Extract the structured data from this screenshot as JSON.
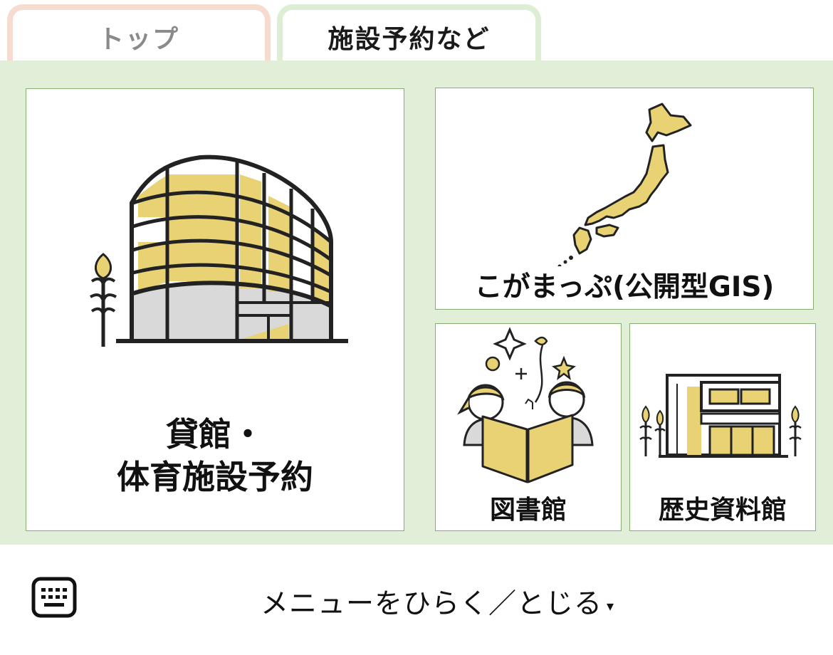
{
  "tabs": [
    {
      "label": "トップ",
      "selected": false
    },
    {
      "label": "施設予約など",
      "selected": true
    }
  ],
  "cards": {
    "rental": {
      "line1": "貸館・",
      "line2": "体育施設予約",
      "icon": "building-illustration"
    },
    "map": {
      "label": "こがまっぷ(公開型GIS)",
      "icon": "japan-map-illustration"
    },
    "library": {
      "label": "図書館",
      "icon": "children-reading-illustration"
    },
    "museum": {
      "label": "歴史資料館",
      "icon": "museum-building-illustration"
    }
  },
  "footer": {
    "menu_label": "メニューをひらく／とじる",
    "caret": "▾",
    "keyboard_icon": "keyboard-icon"
  },
  "colors": {
    "accent_yellow": "#e8d274",
    "panel_green": "#e1efd9",
    "card_border": "#86ad72",
    "tab_top_border": "#f6dccf",
    "tab_active_border": "#ddeed4"
  }
}
